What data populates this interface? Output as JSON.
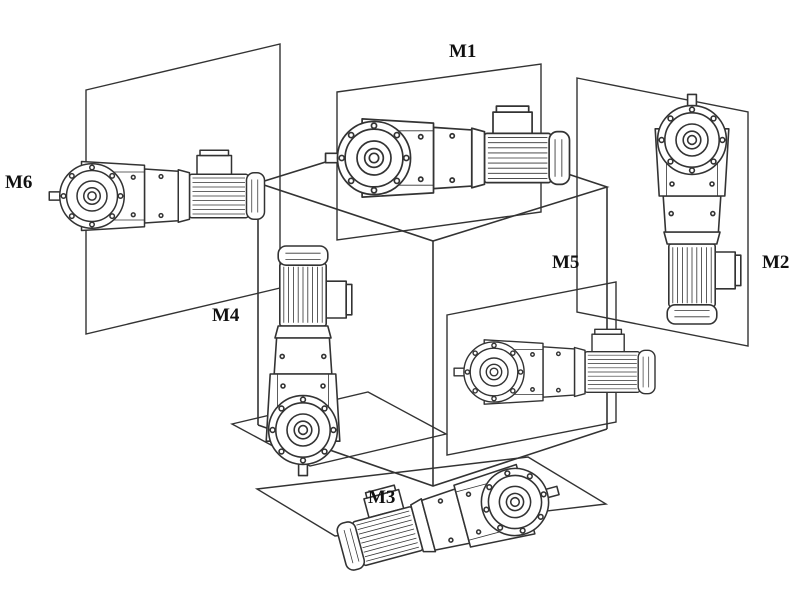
{
  "figure": {
    "line_color": "#333333",
    "background": "#ffffff"
  },
  "labels": {
    "m1": "M1",
    "m2": "M2",
    "m3": "M3",
    "m4": "M4",
    "m5": "M5",
    "m6": "M6"
  }
}
